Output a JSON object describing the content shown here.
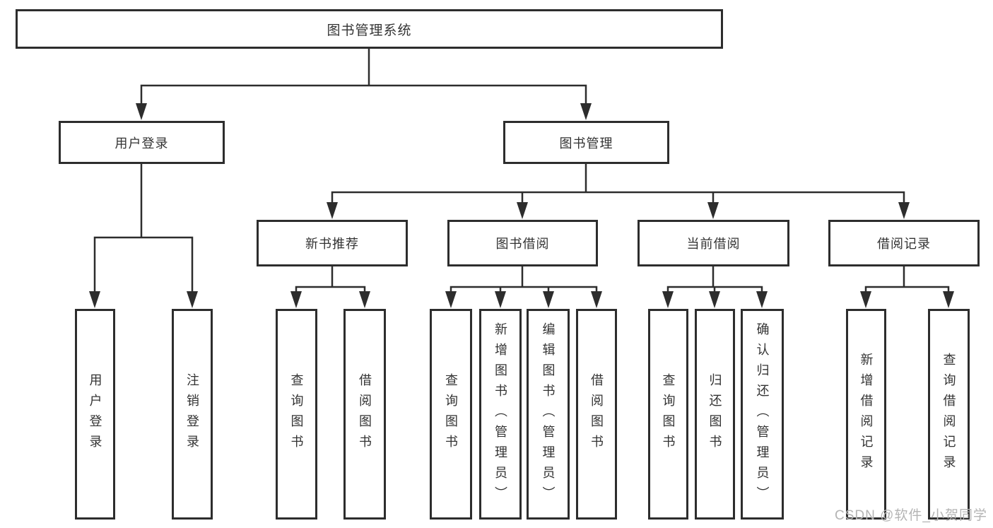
{
  "diagram_title": "图书管理系统",
  "tree": {
    "label": "图书管理系统",
    "children": [
      {
        "label": "用户登录",
        "children": [
          {
            "label": "用户登录"
          },
          {
            "label": "注销登录"
          }
        ]
      },
      {
        "label": "图书管理",
        "children": [
          {
            "label": "新书推荐",
            "children": [
              {
                "label": "查询图书"
              },
              {
                "label": "借阅图书"
              }
            ]
          },
          {
            "label": "图书借阅",
            "children": [
              {
                "label": "查询图书"
              },
              {
                "label": "新增图书（管理员）"
              },
              {
                "label": "编辑图书（管理员）"
              },
              {
                "label": "借阅图书"
              }
            ]
          },
          {
            "label": "当前借阅",
            "children": [
              {
                "label": "查询图书"
              },
              {
                "label": "归还图书"
              },
              {
                "label": "确认归还（管理员）"
              }
            ]
          },
          {
            "label": "借阅记录",
            "children": [
              {
                "label": "新增借阅记录"
              },
              {
                "label": "查询借阅记录"
              }
            ]
          }
        ]
      }
    ]
  },
  "watermark": {
    "text": "CSDN @软件_小贺同学"
  },
  "colors": {
    "line": "#2d2d2d",
    "box_border": "#2d2d2d",
    "text": "#333333",
    "watermark": "#b4b4b4",
    "background": "#ffffff"
  }
}
